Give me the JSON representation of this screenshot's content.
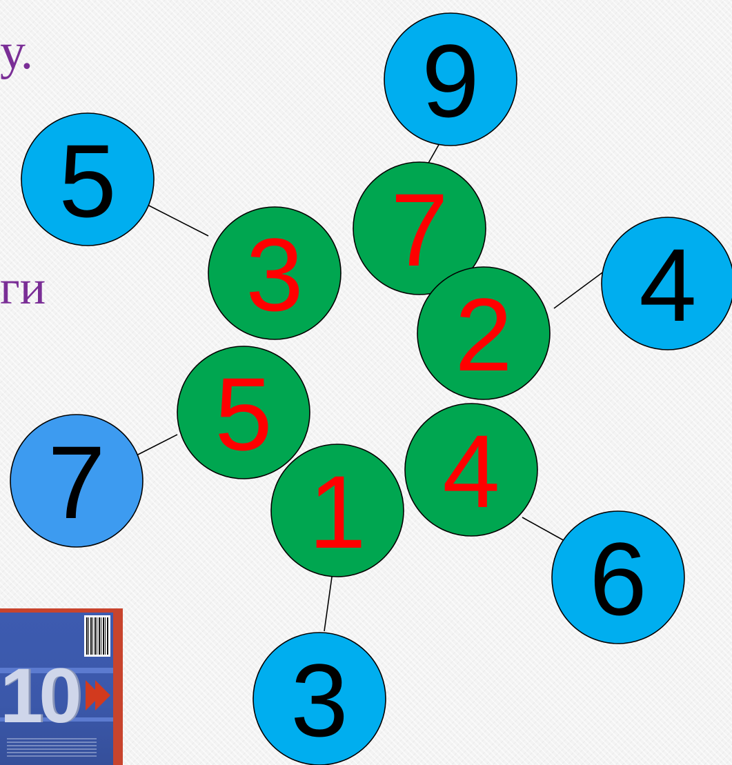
{
  "text_fragments": {
    "top": "у.",
    "middle": "ги"
  },
  "colors": {
    "outer_fill": "#00aeef",
    "outer_fill_alt": "#3d9bf0",
    "inner_fill": "#00a650",
    "outer_digit": "#000000",
    "inner_digit": "#ff0000",
    "stroke": "#000000"
  },
  "inner_circles": [
    {
      "value": "3"
    },
    {
      "value": "7"
    },
    {
      "value": "2"
    },
    {
      "value": "4"
    },
    {
      "value": "1"
    },
    {
      "value": "5"
    }
  ],
  "outer_circles": [
    {
      "value": "5"
    },
    {
      "value": "9"
    },
    {
      "value": "4"
    },
    {
      "value": "6"
    },
    {
      "value": "3"
    },
    {
      "value": "7"
    }
  ],
  "book_cover": {
    "number": "10"
  }
}
